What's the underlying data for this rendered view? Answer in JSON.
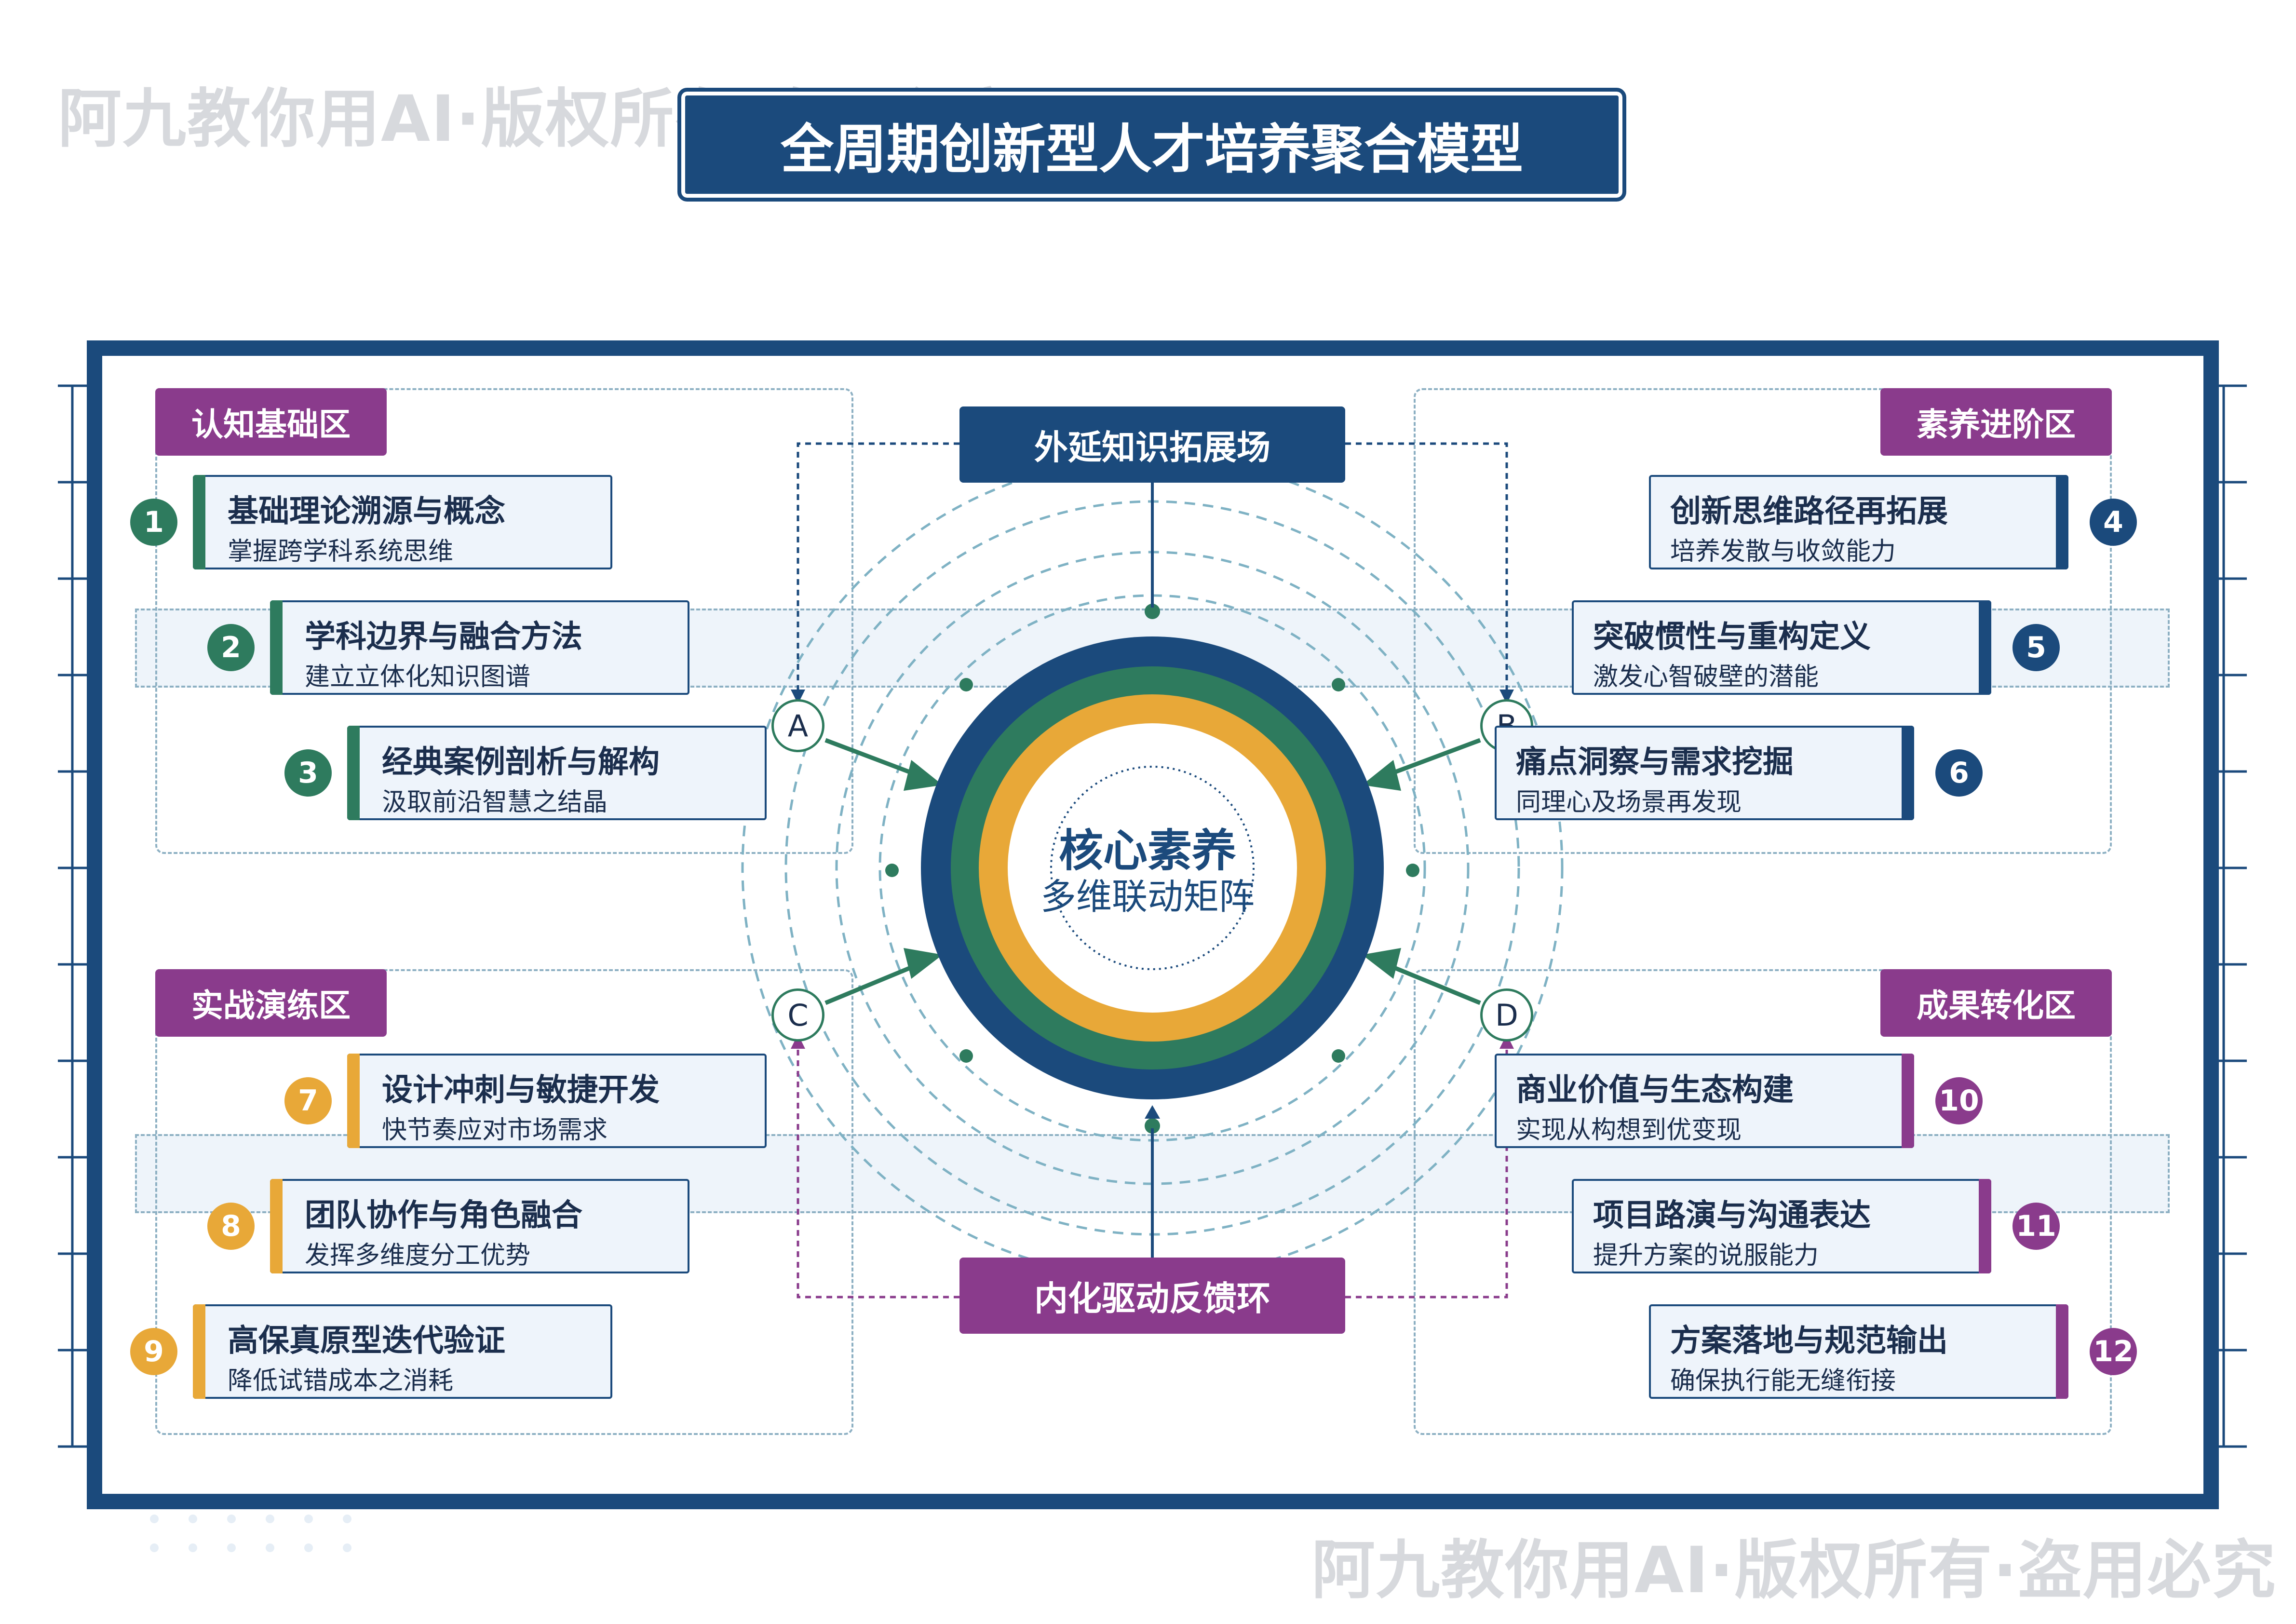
{
  "watermark": "阿九教你用AI·版权所有·盗用必究",
  "title": "全周期创新型人才培养聚合模型",
  "zones": {
    "top_left": "认知基础区",
    "top_right": "素养进阶区",
    "bottom_left": "实战演练区",
    "bottom_right": "成果转化区"
  },
  "hubs": {
    "top": "外延知识拓展场",
    "bottom": "内化驱动反馈环"
  },
  "core": {
    "title": "核心素养",
    "subtitle": "多维联动矩阵"
  },
  "nodes": [
    "A",
    "B",
    "C",
    "D"
  ],
  "items": [
    {
      "num": "1",
      "title": "基础理论溯源与概念",
      "sub": "掌握跨学科系统思维"
    },
    {
      "num": "2",
      "title": "学科边界与融合方法",
      "sub": "建立立体化知识图谱"
    },
    {
      "num": "3",
      "title": "经典案例剖析与解构",
      "sub": "汲取前沿智慧之结晶"
    },
    {
      "num": "4",
      "title": "创新思维路径再拓展",
      "sub": "培养发散与收敛能力"
    },
    {
      "num": "5",
      "title": "突破惯性与重构定义",
      "sub": "激发心智破壁的潜能"
    },
    {
      "num": "6",
      "title": "痛点洞察与需求挖掘",
      "sub": "同理心及场景再发现"
    },
    {
      "num": "7",
      "title": "设计冲刺与敏捷开发",
      "sub": "快节奏应对市场需求"
    },
    {
      "num": "8",
      "title": "团队协作与角色融合",
      "sub": "发挥多维度分工优势"
    },
    {
      "num": "9",
      "title": "高保真原型迭代验证",
      "sub": "降低试错成本之消耗"
    },
    {
      "num": "10",
      "title": "商业价值与生态构建",
      "sub": "实现从构想到优变现"
    },
    {
      "num": "11",
      "title": "项目路演与沟通表达",
      "sub": "提升方案的说服能力"
    },
    {
      "num": "12",
      "title": "方案落地与规范输出",
      "sub": "确保执行能无缝衔接"
    }
  ],
  "colors": {
    "navy": "#1b4a7c",
    "green": "#2e7b5e",
    "orange": "#e8a838",
    "purple": "#8a3b8c",
    "card_bg": "#eef4fb"
  }
}
